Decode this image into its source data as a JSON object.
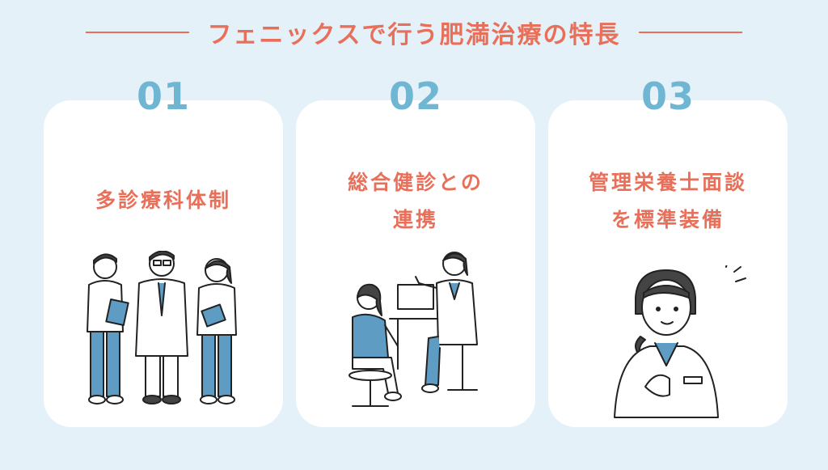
{
  "header": {
    "title": "フェニックスで行う肥満治療の特長"
  },
  "features": [
    {
      "number": "01",
      "label_line1": "多診療科体制",
      "label_line2": ""
    },
    {
      "number": "02",
      "label_line1": "総合健診との",
      "label_line2": "連携"
    },
    {
      "number": "03",
      "label_line1": "管理栄養士面談",
      "label_line2": "を標準装備"
    }
  ],
  "colors": {
    "background": "#e4f1f8",
    "accent": "#e8705a",
    "number": "#6fb6d3",
    "card": "#ffffff",
    "scrubs": "#5e9cc4"
  }
}
